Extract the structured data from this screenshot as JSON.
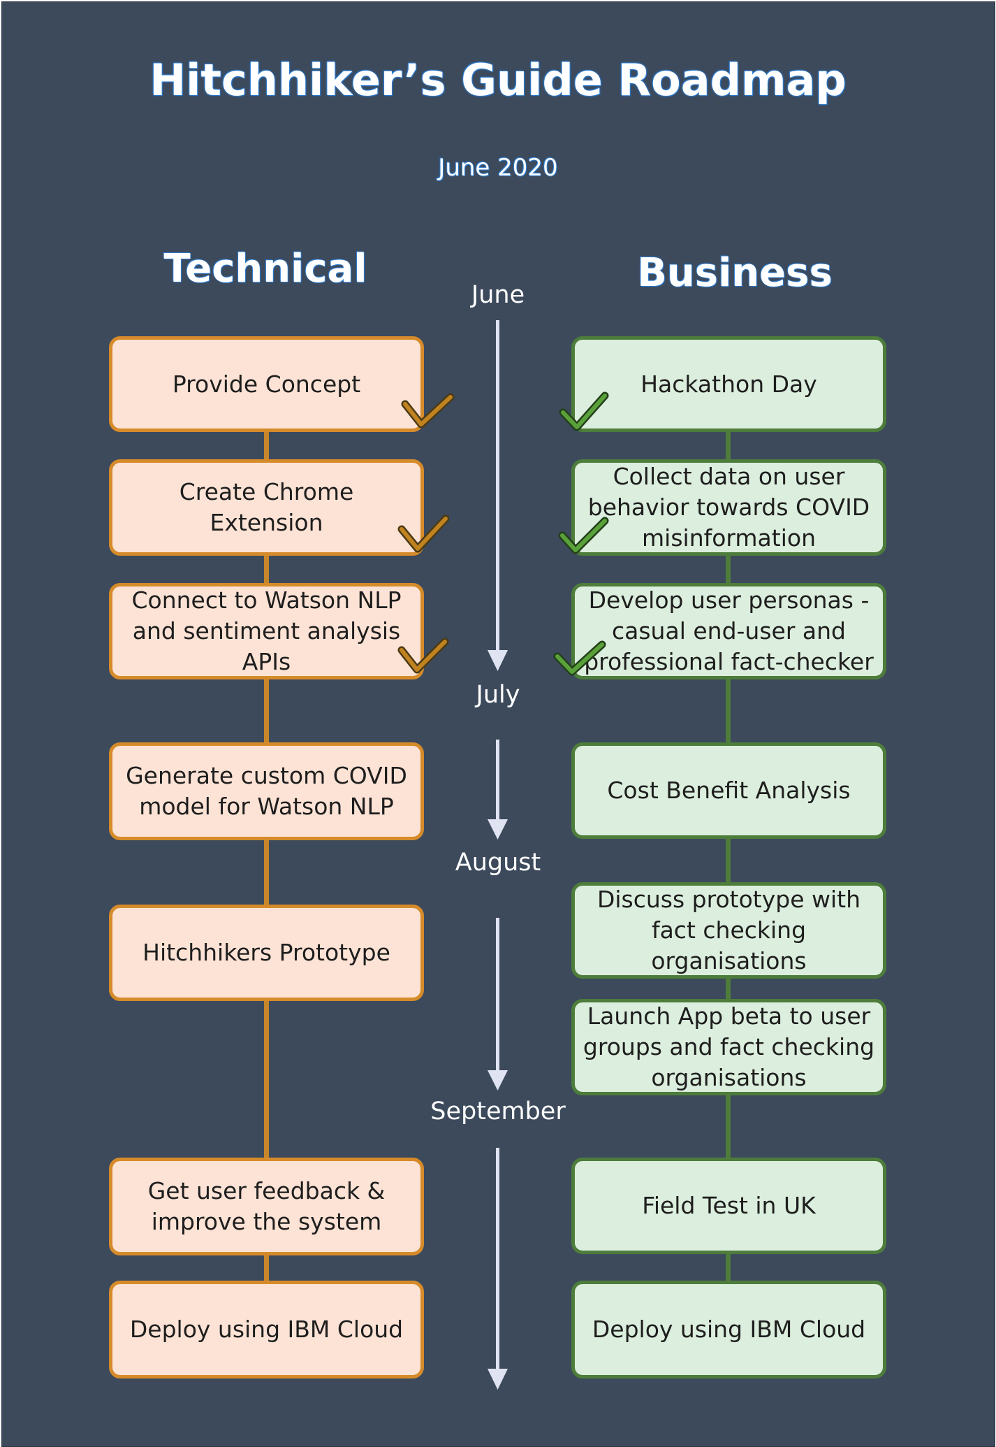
{
  "title": "Hitchhiker’s Guide Roadmap",
  "subtitle": "June 2020",
  "columns": {
    "technical": "Technical",
    "business": "Business"
  },
  "months": [
    "June",
    "July",
    "August",
    "September"
  ],
  "technical_items": [
    {
      "text": "Provide Concept",
      "done": true
    },
    {
      "text": "Create Chrome Extension",
      "done": true
    },
    {
      "text": "Connect to Watson NLP and sentiment analysis APIs",
      "done": true
    },
    {
      "text": "Generate custom COVID model for Watson NLP",
      "done": false
    },
    {
      "text": "Hitchhikers Prototype",
      "done": false
    },
    {
      "text": "Get user feedback & improve the system",
      "done": false
    },
    {
      "text": "Deploy using IBM Cloud",
      "done": false
    }
  ],
  "business_items": [
    {
      "text": "Hackathon Day",
      "done": true
    },
    {
      "text": "Collect data on user behavior towards COVID misinformation",
      "done": true
    },
    {
      "text": "Develop user personas - casual end-user and professional fact-checker",
      "done": true
    },
    {
      "text": "Cost Benefit Analysis",
      "done": false
    },
    {
      "text": "Discuss prototype with fact checking organisations",
      "done": false
    },
    {
      "text": "Launch App beta to user groups and fact checking organisations",
      "done": false
    },
    {
      "text": "Field Test in UK",
      "done": false
    },
    {
      "text": "Deploy using IBM Cloud",
      "done": false
    }
  ],
  "colors": {
    "background": "#3c4a5c",
    "technical_fill": "#fde3d5",
    "technical_border": "#d68b2a",
    "business_fill": "#dceedd",
    "business_border": "#4d7c3b",
    "timeline_arrow": "#dfe3f2",
    "check_technical": "#b8801f",
    "check_business": "#5aa13a"
  },
  "icons": {
    "checkmark": "check-icon",
    "timeline": "down-arrow-icon"
  }
}
